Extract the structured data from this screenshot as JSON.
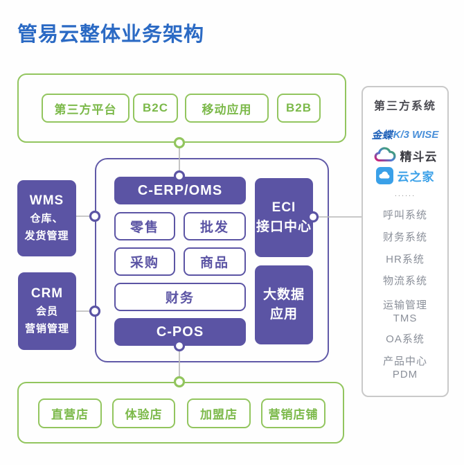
{
  "title": "管易云整体业务架构",
  "colors": {
    "title_blue": "#2b6ac4",
    "green": "#92c55e",
    "purple": "#5b54a4",
    "connector_grey": "#b5b5b5",
    "panel_border_grey": "#c9c9c9",
    "list_text_grey": "#8a8f99",
    "kingdee_blue": "#1c5fb8",
    "k3_wise_blue": "#4a90d9",
    "yunzhijia_blue": "#3aa0e8"
  },
  "top_channels": [
    "第三方平台",
    "B2C",
    "移动应用",
    "B2B"
  ],
  "core": {
    "erp_oms": "C-ERP/OMS",
    "retail": "零售",
    "wholesale": "批发",
    "purchase": "采购",
    "goods": "商品",
    "finance": "财务",
    "pos": "C-POS",
    "eci": "ECI\n接口中心",
    "big_data": "大数据\n应用"
  },
  "left_modules": {
    "wms_title": "WMS",
    "wms_sub": "仓库、\n发货管理",
    "crm_title": "CRM",
    "crm_sub": "会员\n营销管理"
  },
  "third_party": {
    "title": "第三方系统",
    "kingdee": "金蝶",
    "kingdee_product": "K/3 WISE",
    "jingdouyun": "精斗云",
    "yunzhijia": "云之家",
    "ellipsis": "......",
    "systems": [
      "呼叫系统",
      "财务系统",
      "HR系统",
      "物流系统",
      "运输管理\nTMS",
      "OA系统",
      "产品中心\nPDM"
    ]
  },
  "bottom_stores": [
    "直营店",
    "体验店",
    "加盟店",
    "营销店铺"
  ]
}
